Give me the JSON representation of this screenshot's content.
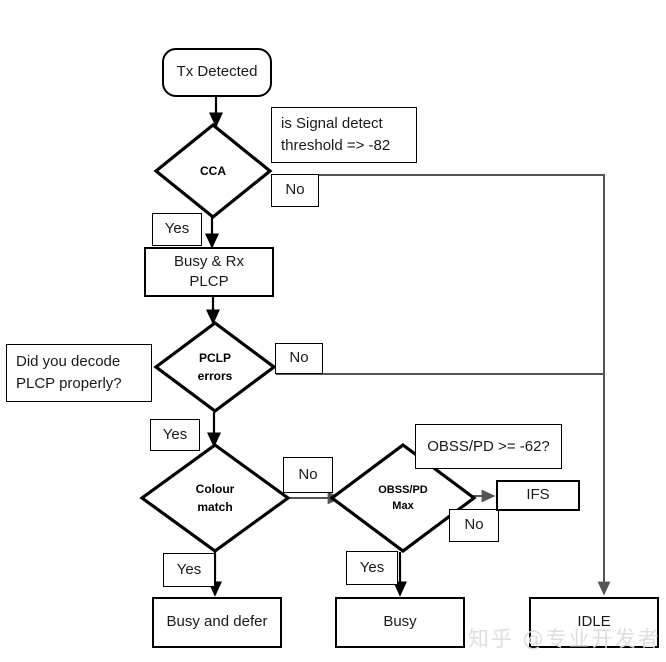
{
  "diagram": {
    "title": "CCA / PLCP decision flowchart",
    "stroke_color": "#000000",
    "thin_stroke_color": "#222222",
    "wire_color": "#555555",
    "background": "#ffffff"
  },
  "nodes": {
    "start": {
      "label": "Tx Detected"
    },
    "cca": {
      "label_line1": "CCA",
      "label_line2": ""
    },
    "busy_rx_plcp": {
      "label_line1": "Busy & Rx",
      "label_line2": "PLCP"
    },
    "pclp_errors": {
      "label_line1": "PCLP",
      "label_line2": "errors"
    },
    "colour_match": {
      "label_line1": "Colour",
      "label_line2": "match"
    },
    "obss_pd_max": {
      "label_line1": "OBSS/PD",
      "label_line2": "Max"
    },
    "ifs": {
      "label": "IFS"
    },
    "busy_and_defer": {
      "label": "Busy and defer"
    },
    "busy": {
      "label": "Busy"
    },
    "idle": {
      "label": "IDLE"
    }
  },
  "annotations": {
    "signal_detect": {
      "line1": "is Signal detect",
      "line2": "threshold => -82"
    },
    "decode_plcp": {
      "line1": "Did you decode",
      "line2": "PLCP properly?"
    },
    "obss_pd_threshold": {
      "line1": "OBSS/PD >= -62?"
    }
  },
  "edge_labels": {
    "cca_no": "No",
    "cca_yes": "Yes",
    "pclp_no": "No",
    "pclp_yes": "Yes",
    "colour_no": "No",
    "colour_yes": "Yes",
    "obss_no": "No",
    "obss_yes": "Yes"
  },
  "watermark": {
    "text": "知乎 @专业开发者"
  }
}
